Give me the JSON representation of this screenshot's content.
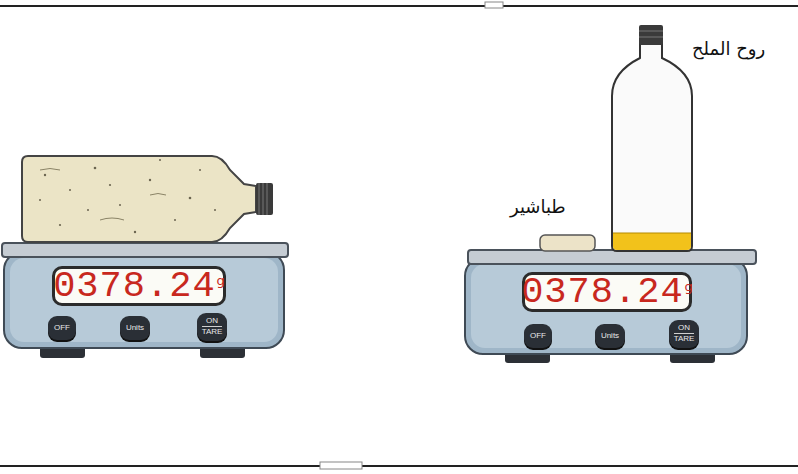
{
  "diagram": {
    "nodes": [
      {
        "text": [
          "0378.24",
          "g"
        ]
      },
      {
        "text": [
          "OFF"
        ]
      },
      {
        "text": [
          "Units"
        ]
      },
      {
        "text": [
          "ON",
          "TARE"
        ]
      },
      {
        "text": [
          "0378.24",
          "g"
        ]
      },
      {
        "text": [
          "OFF"
        ]
      },
      {
        "text": [
          "Units"
        ]
      },
      {
        "text": [
          "ON",
          "TARE"
        ]
      }
    ],
    "labels": [
      "طباشير",
      "روح الملح"
    ]
  }
}
